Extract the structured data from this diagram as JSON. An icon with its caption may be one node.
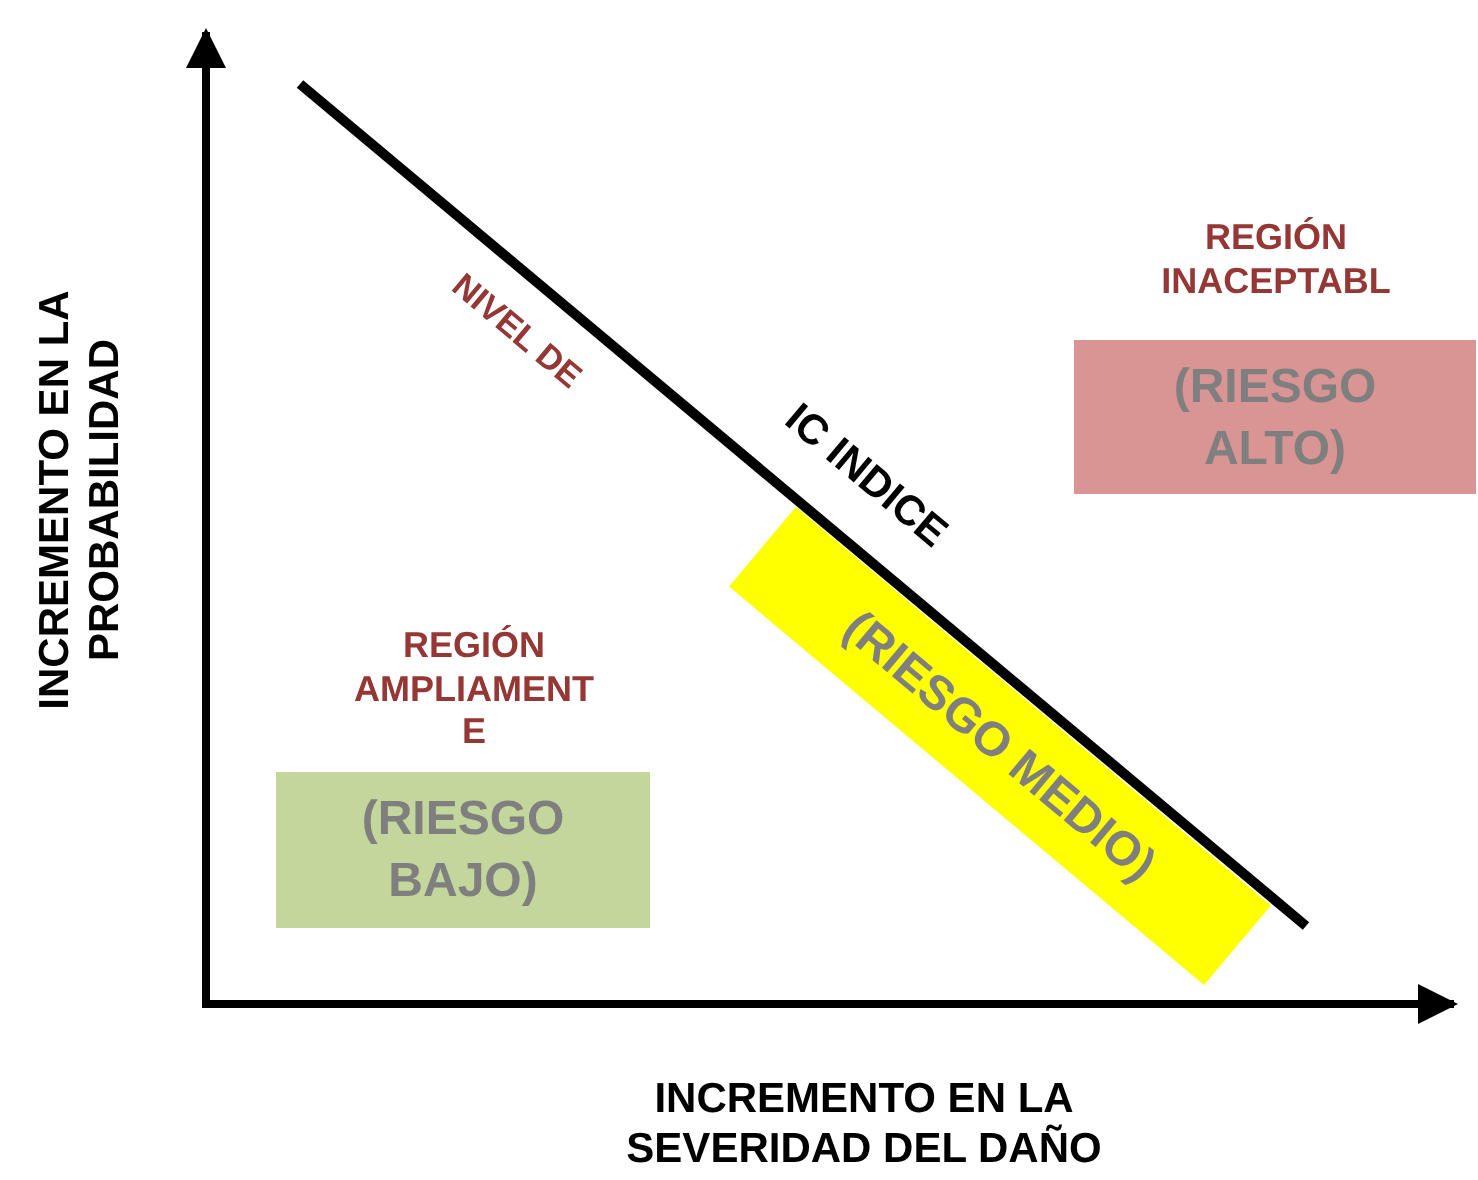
{
  "diagram": {
    "nodes": [
      {
        "text": [
          "(RIESGO ALTO)"
        ]
      },
      {
        "text": [
          "(RIESGO MEDIO)"
        ]
      },
      {
        "text": [
          "(RIESGO BAJO)"
        ]
      }
    ],
    "labels": [
      "REGIÓN INACEPTABL",
      "NIVEL DE",
      "IC INDICE",
      "INCREMENTO EN LA PROBABILIDAD",
      "REGIÓN AMPLIAMENT E",
      "INCREMENTO EN LA SEVERIDAD DEL DAÑO"
    ]
  }
}
